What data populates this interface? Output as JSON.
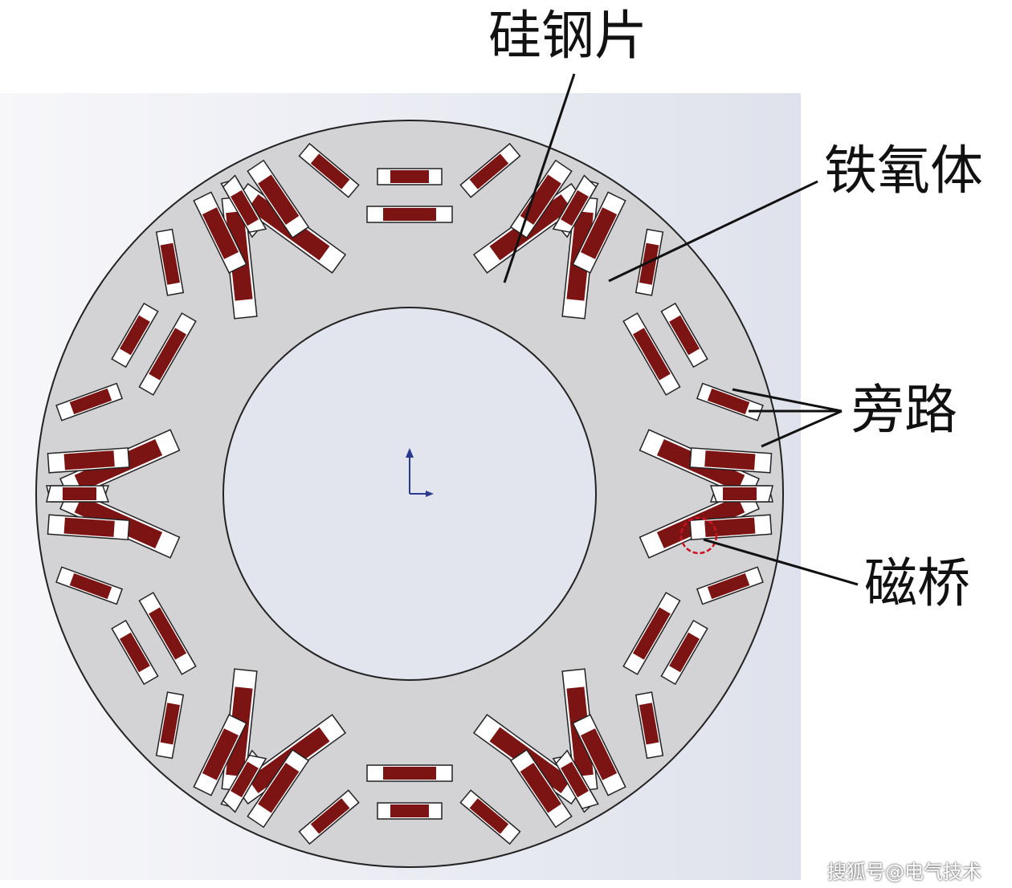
{
  "labels": {
    "silicon_steel": "硅钢片",
    "ferrite": "铁氧体",
    "bypass": "旁路",
    "magnetic_bridge": "磁桥"
  },
  "watermark": "搜狐号@电气技术",
  "colors": {
    "lamination": "#d3d2d4",
    "ferrite": "#7d1414",
    "slot_air": "#ffffff",
    "outline": "#222222",
    "background": "#e6e8f0",
    "highlight_circle": "#cc1122",
    "axis_indicator": "#2a3a8c"
  },
  "structure": {
    "poles": 6,
    "magnets_per_pole_layered": 2,
    "bypass_slots_per_pole": 3
  }
}
